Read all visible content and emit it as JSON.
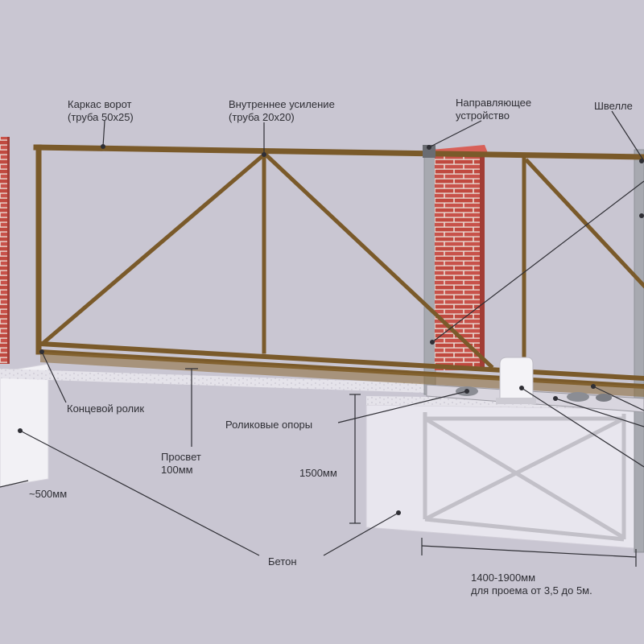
{
  "labels": {
    "frame": {
      "line1": "Каркас ворот",
      "line2": "(труба 50х25)"
    },
    "inner_reinforcement": {
      "line1": "Внутреннее усиление",
      "line2": "(труба 20х20)"
    },
    "guide_device": {
      "line1": "Направляющее",
      "line2": "устройство"
    },
    "channel": "Швелле",
    "end_roller": "Концевой ролик",
    "roller_supports": "Роликовые опоры",
    "clearance": {
      "line1": "Просвет",
      "line2": "100мм"
    },
    "depth": "1500мм",
    "width_left": "~500мм",
    "concrete": "Бетон",
    "foundation_length": {
      "line1": "1400-1900мм",
      "line2": "для проема от 3,5 до 5м."
    }
  },
  "colors": {
    "background": "#c9c6d2",
    "frame": "#7a5a2a",
    "brick": "#c8524a",
    "mortar": "#e9d9d2",
    "concrete": "#eceaf1",
    "steel": "#a7a9b0",
    "leader": "#2f2f35"
  }
}
